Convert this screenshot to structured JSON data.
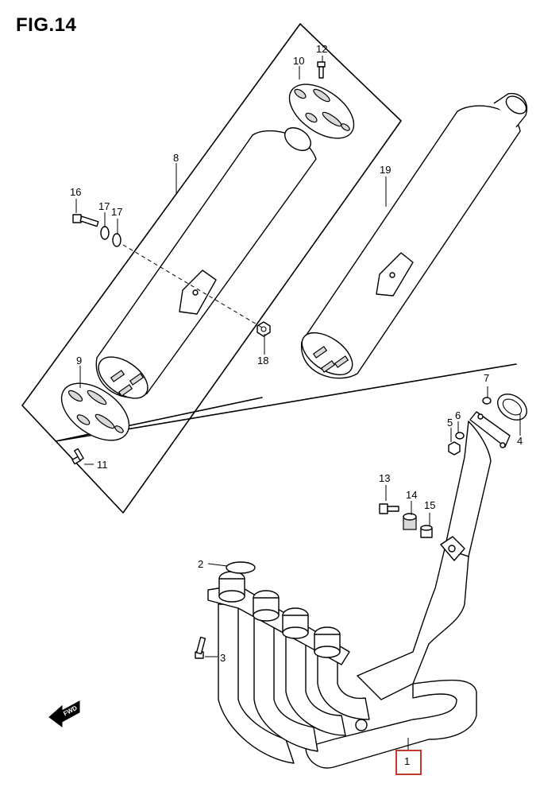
{
  "figure": {
    "title": "FIG.14",
    "fwd_label": "FWD"
  },
  "callouts": {
    "c1": "1",
    "c2": "2",
    "c3": "3",
    "c4": "4",
    "c5": "5",
    "c6": "6",
    "c7": "7",
    "c8": "8",
    "c9": "9",
    "c10": "10",
    "c11": "11",
    "c12": "12",
    "c13": "13",
    "c14": "14",
    "c15": "15",
    "c16": "16",
    "c17a": "17",
    "c17b": "17",
    "c18": "18",
    "c19": "19"
  },
  "highlight": {
    "part": "1",
    "color": "#c0392b"
  },
  "colors": {
    "line": "#000000",
    "background": "#ffffff",
    "shade": "#d9d9d9"
  }
}
